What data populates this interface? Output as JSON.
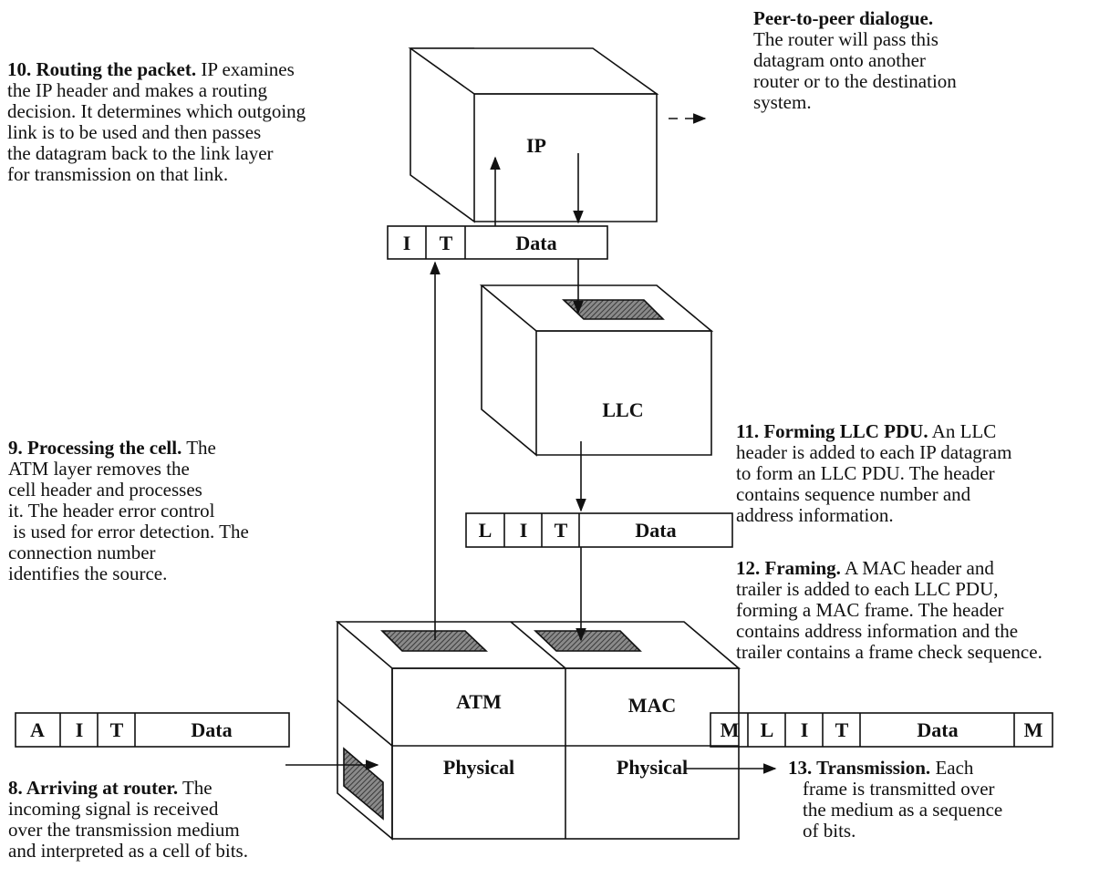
{
  "notes": {
    "routing": {
      "title": "10. Routing the packet.",
      "lines": [
        " IP examines",
        "the IP header and makes a routing",
        "decision. It determines which outgoing",
        "link is to be used and then passes",
        "the datagram back to the link layer",
        "for transmission on that link."
      ]
    },
    "peer": {
      "title": "Peer-to-peer dialogue.",
      "lines": [
        "The router will pass this",
        "datagram onto another",
        "router or to the destination",
        "system."
      ]
    },
    "llc_form": {
      "title": "11. Forming LLC PDU.",
      "lines": [
        " An LLC",
        "header is added to each IP datagram",
        "to form an LLC PDU. The header",
        "contains sequence number and",
        "address information."
      ]
    },
    "processing": {
      "title": "9. Processing the cell.",
      "lines": [
        " The",
        "ATM layer removes the",
        "cell header and processes",
        "it. The header error control",
        " is used for error detection. The",
        "connection number",
        "identifies the source."
      ]
    },
    "framing": {
      "title": "12. Framing.",
      "lines": [
        " A MAC header and",
        "trailer is added to each LLC PDU,",
        "forming a MAC frame. The header",
        "contains address information and the",
        "trailer contains a frame check sequence."
      ]
    },
    "arriving": {
      "title": "8. Arriving at router.",
      "lines": [
        " The",
        "incoming signal is received",
        "over the transmission medium",
        "and interpreted as a cell of bits."
      ]
    },
    "transmission": {
      "title": "13. Transmission.",
      "lines": [
        " Each",
        "frame is transmitted over",
        "the medium as a sequence",
        "of bits."
      ]
    }
  },
  "boxes": {
    "ip": "IP",
    "llc": "LLC",
    "atm": "ATM",
    "mac": "MAC",
    "physical_left": "Physical",
    "physical_right": "Physical"
  },
  "pdus": {
    "ip_pdu": [
      "I",
      "T",
      "Data"
    ],
    "llc_pdu": [
      "L",
      "I",
      "T",
      "Data"
    ],
    "atm_cell": [
      "A",
      "I",
      "T",
      "Data"
    ],
    "mac_frame": [
      "M",
      "L",
      "I",
      "T",
      "Data",
      "M"
    ]
  },
  "colors": {
    "line": "#111111",
    "hatch": "#555555"
  }
}
